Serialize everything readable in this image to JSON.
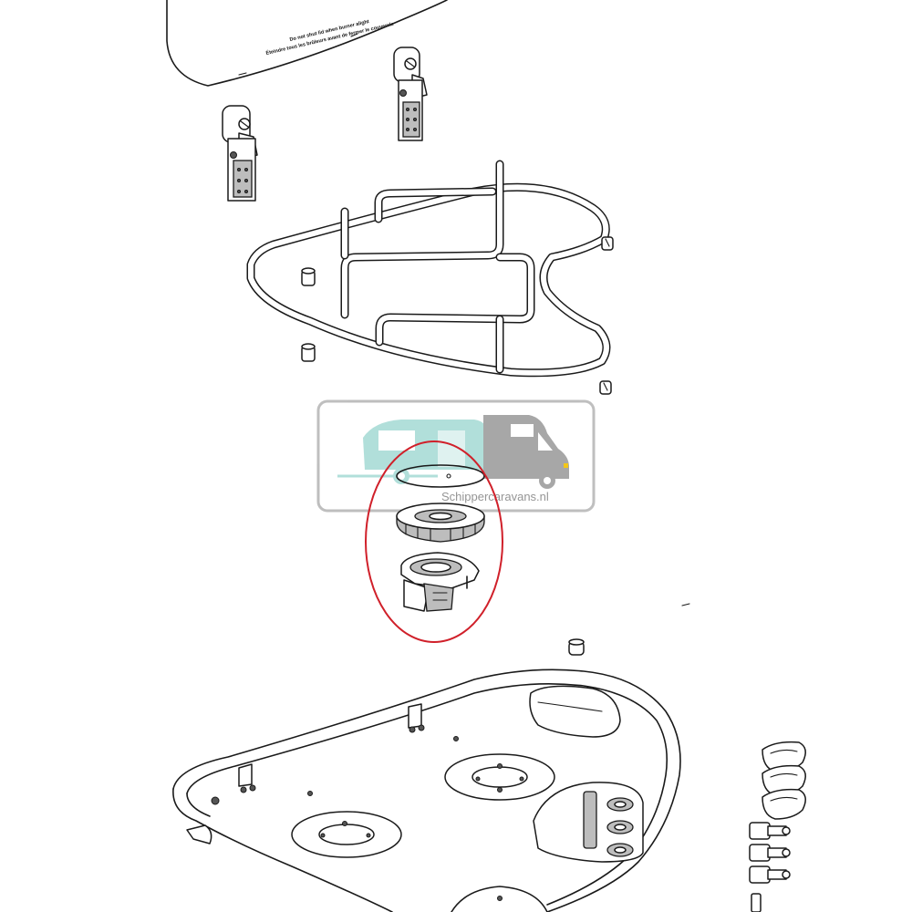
{
  "lid": {
    "warning_line_1": "Do not shut lid when burner alight",
    "warning_line_2": "Éteindre tous les brûleurs avant de fermer le couvercle"
  },
  "watermark": {
    "text": "Schippercaravans.nl",
    "colors": {
      "caravan": "#a9dcd6",
      "van": "#9e9e9e",
      "frame": "#b8b8b8"
    }
  },
  "highlight": {
    "color": "#d0202a"
  },
  "icons": [
    "caravan-icon",
    "camper-van-icon",
    "burner-part-icon",
    "control-knob-icon"
  ]
}
